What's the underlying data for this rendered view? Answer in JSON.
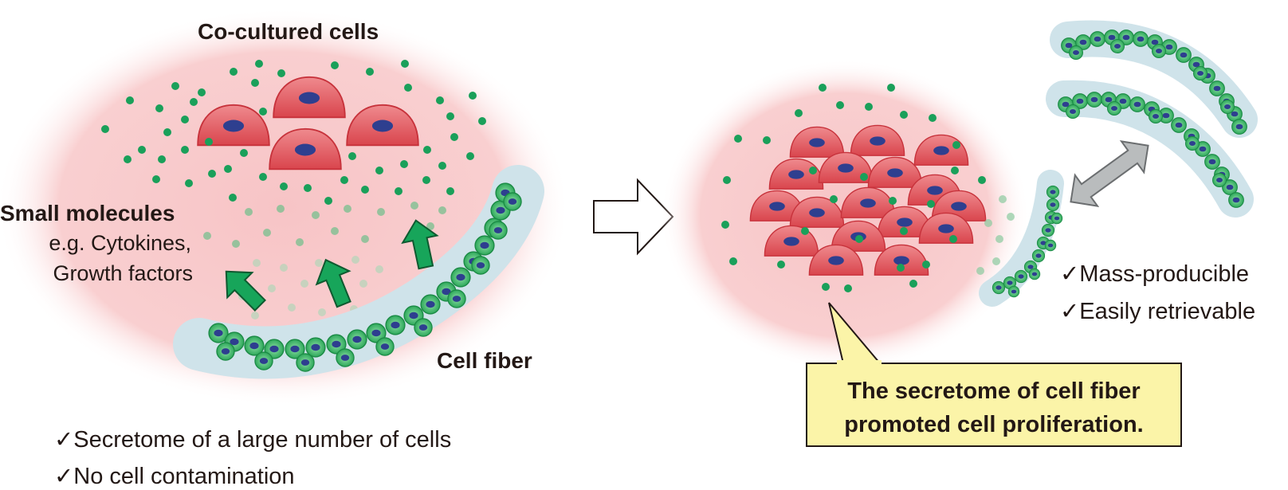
{
  "labels": {
    "co_cultured_cells": "Co-cultured  cells",
    "small_molecules": "Small molecules",
    "eg_line1": "e.g. Cytokines,",
    "eg_line2": "Growth factors",
    "cell_fiber": "Cell fiber",
    "left_check_1": "✓Secretome of a large number of cells",
    "left_check_2": "✓No cell contamination",
    "right_check_1": "✓Mass-producible",
    "right_check_2": "✓Easily retrievable",
    "callout_line1": "The secretome of cell fiber",
    "callout_line2": "promoted cell proliferation."
  },
  "colors": {
    "culture_halo": "#f9c9c9",
    "cell_red": "#e05a60",
    "nucleus": "#2e3f8f",
    "molecule_green": "#1aa05a",
    "fiber_sheath": "#cfe3ea",
    "callout_fill": "#fbf4a8"
  }
}
